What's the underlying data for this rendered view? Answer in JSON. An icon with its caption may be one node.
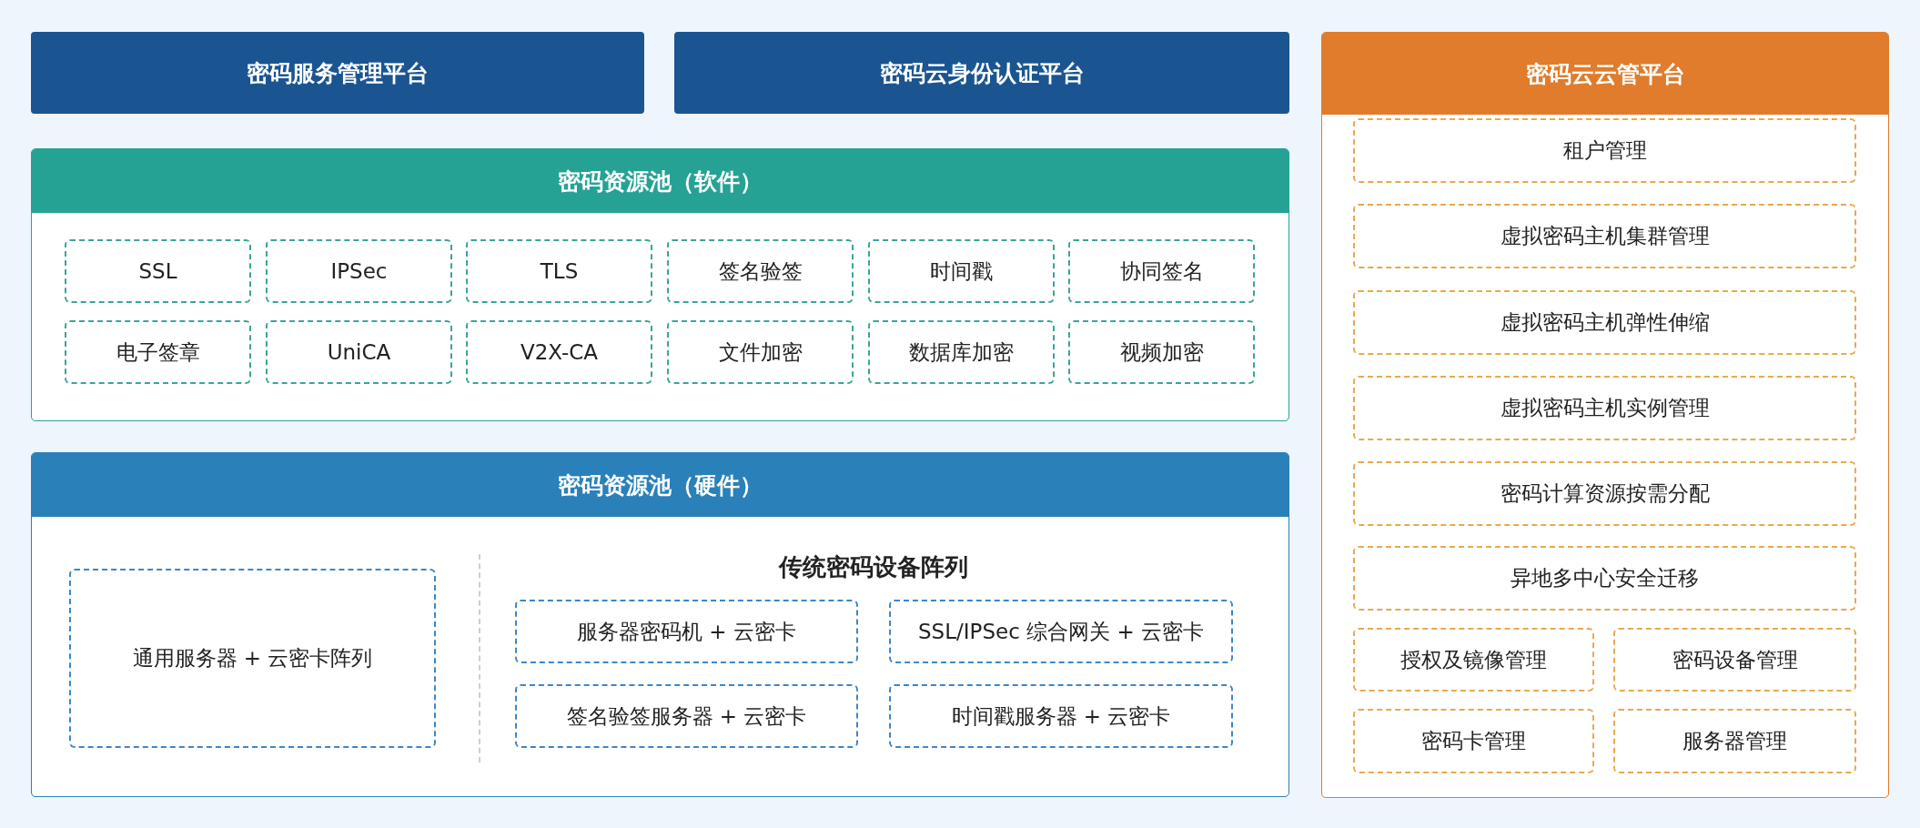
{
  "diagram": {
    "nodes": [
      {
        "text": [
          "密码服务管理平台"
        ]
      },
      {
        "text": [
          "密码云身份认证平台"
        ]
      },
      {
        "text": [
          "密码资源池（软件）"
        ]
      },
      {
        "text": [
          "SSL"
        ],
        "in": 2
      },
      {
        "text": [
          "IPSec"
        ],
        "in": 2
      },
      {
        "text": [
          "TLS"
        ],
        "in": 2
      },
      {
        "text": [
          "签名验签"
        ],
        "in": 2
      },
      {
        "text": [
          "时间戳"
        ],
        "in": 2
      },
      {
        "text": [
          "协同签名"
        ],
        "in": 2
      },
      {
        "text": [
          "电子签章"
        ],
        "in": 2
      },
      {
        "text": [
          "UniCA"
        ],
        "in": 2
      },
      {
        "text": [
          "V2X-CA"
        ],
        "in": 2
      },
      {
        "text": [
          "文件加密"
        ],
        "in": 2
      },
      {
        "text": [
          "数据库加密"
        ],
        "in": 2
      },
      {
        "text": [
          "视频加密"
        ],
        "in": 2
      },
      {
        "text": [
          "密码资源池（硬件）"
        ]
      },
      {
        "text": [
          "通用服务器 + 云密卡阵列"
        ],
        "in": 15
      },
      {
        "text": [
          "服务器密码机 + 云密卡"
        ],
        "in": 15
      },
      {
        "text": [
          "SSL/IPSec 综合网关 + 云密卡"
        ],
        "in": 15
      },
      {
        "text": [
          "签名验签服务器 + 云密卡"
        ],
        "in": 15
      },
      {
        "text": [
          "时间戳服务器 + 云密卡"
        ],
        "in": 15
      },
      {
        "text": [
          "密码云云管平台"
        ]
      },
      {
        "text": [
          "租户管理"
        ],
        "in": 21
      },
      {
        "text": [
          "虚拟密码主机集群管理"
        ],
        "in": 21
      },
      {
        "text": [
          "虚拟密码主机弹性伸缩"
        ],
        "in": 21
      },
      {
        "text": [
          "虚拟密码主机实例管理"
        ],
        "in": 21
      },
      {
        "text": [
          "密码计算资源按需分配"
        ],
        "in": 21
      },
      {
        "text": [
          "异地多中心安全迁移"
        ],
        "in": 21
      },
      {
        "text": [
          "授权及镜像管理"
        ],
        "in": 21
      },
      {
        "text": [
          "密码设备管理"
        ],
        "in": 21
      },
      {
        "text": [
          "密码卡管理"
        ],
        "in": 21
      },
      {
        "text": [
          "服务器管理"
        ],
        "in": 21
      }
    ],
    "labels": [
      "传统密码设备阵列"
    ]
  }
}
